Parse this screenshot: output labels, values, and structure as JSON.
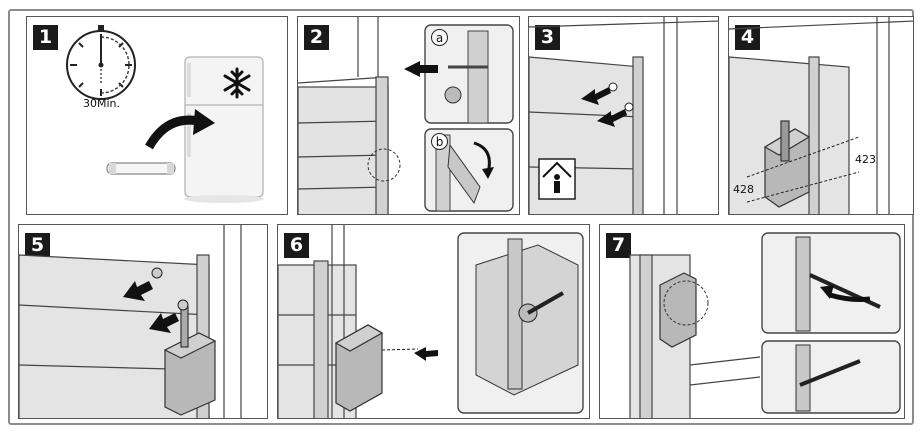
{
  "steps": [
    {
      "number": "1",
      "timer_label": "30Min."
    },
    {
      "number": "2",
      "callout_a": "a",
      "callout_b": "b"
    },
    {
      "number": "3"
    },
    {
      "number": "4",
      "part_a": "423",
      "part_b": "428"
    },
    {
      "number": "5"
    },
    {
      "number": "6"
    },
    {
      "number": "7"
    }
  ],
  "colors": {
    "border": "#555555",
    "outer_border": "#8c8c8c",
    "label_bg": "#1a1a1a",
    "panel_fill": "#d9d9d9",
    "line": "#333333"
  },
  "icons": [
    "stopwatch-icon",
    "snowflake-icon",
    "refrigerator-icon",
    "arrow-icon",
    "house-person-icon",
    "tube-icon"
  ]
}
